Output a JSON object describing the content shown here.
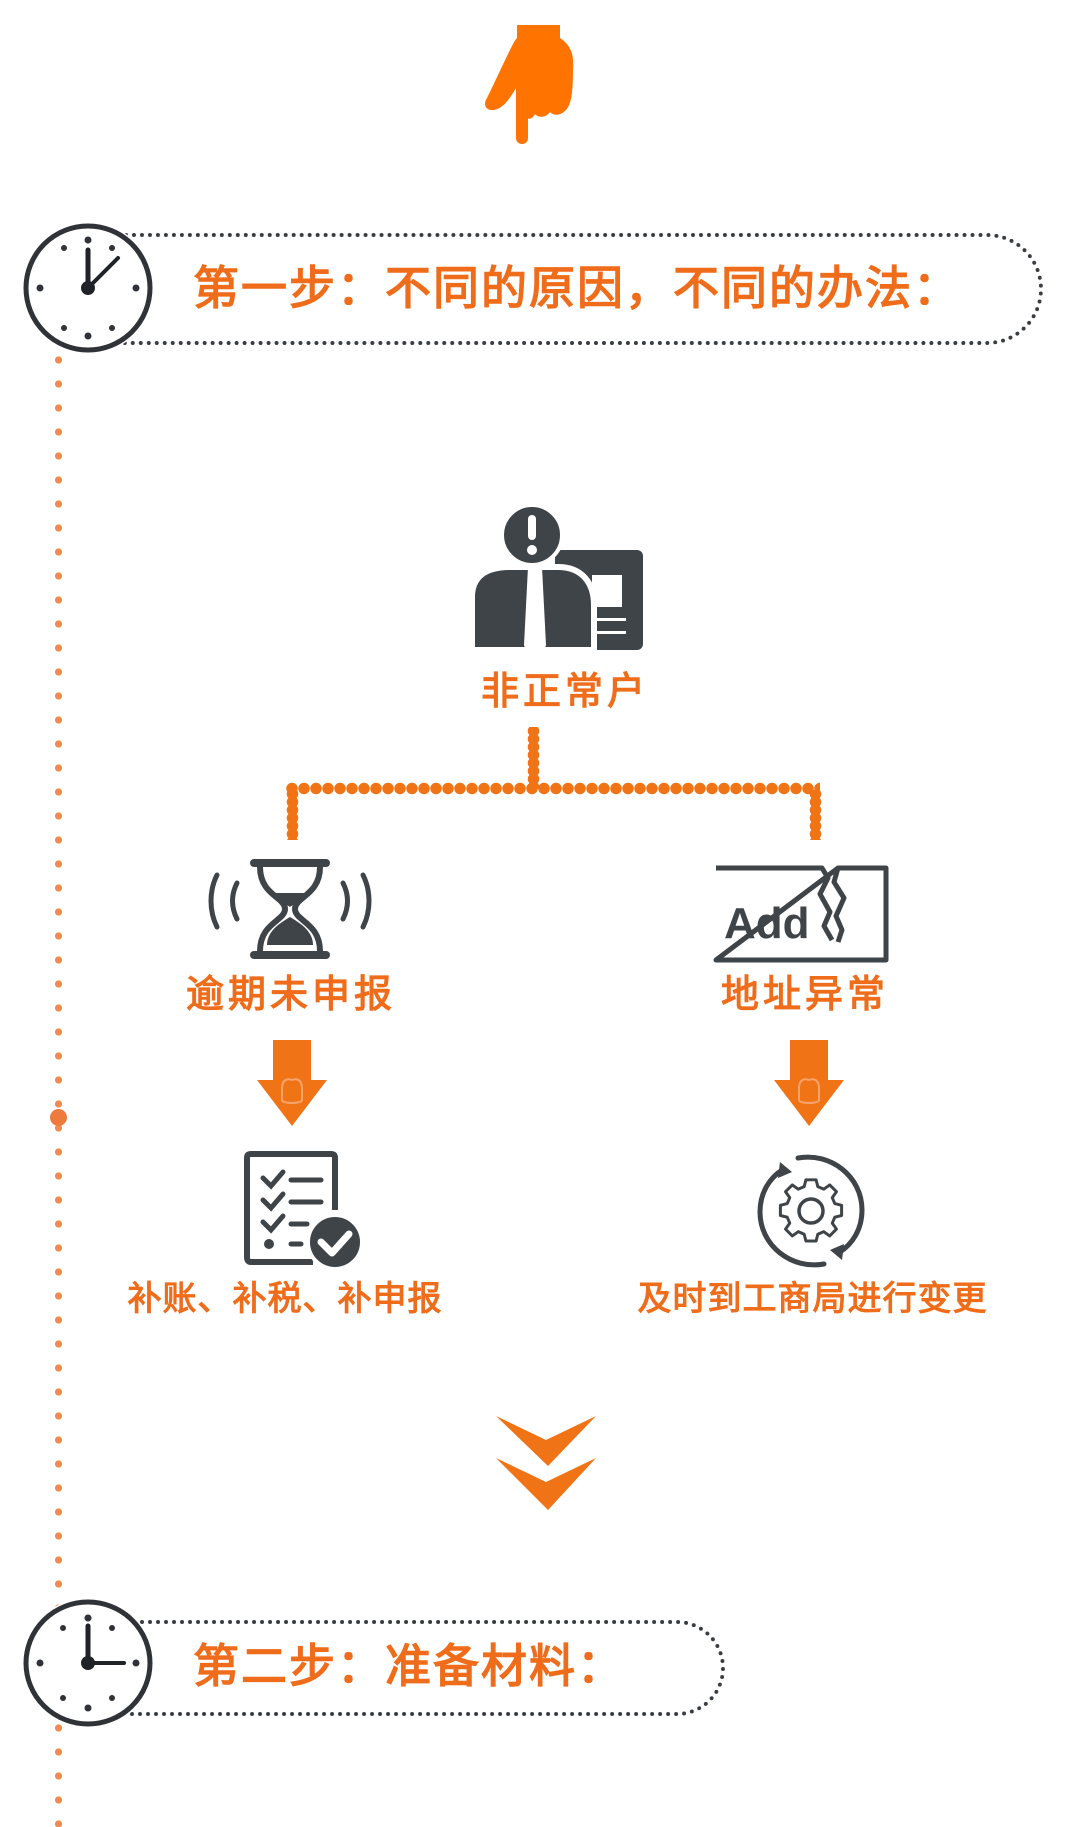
{
  "colors": {
    "accent": "#f07316",
    "text_orange": "#ef6c1a",
    "icon_dark": "#3f4449",
    "timeline_dot": "#ef8a52"
  },
  "header": {
    "icon": "pointing-down-hand-icon"
  },
  "step1": {
    "icon": "clock-icon",
    "title": "第一步：不同的原因，不同的办法："
  },
  "flow": {
    "root": {
      "icon": "abnormal-user-icon",
      "label": "非正常户"
    },
    "branches": [
      {
        "icon": "hourglass-icon",
        "label": "逾期未申报",
        "arrow_icon": "arrow-down-icon",
        "result_icon": "checklist-icon",
        "result": "补账、补税、补申报"
      },
      {
        "icon": "broken-address-card-icon",
        "icon_text": "Add",
        "label": "地址异常",
        "arrow_icon": "arrow-down-icon",
        "result_icon": "gear-refresh-icon",
        "result": "及时到工商局进行变更"
      }
    ],
    "continue_icon": "double-chevron-down-icon"
  },
  "step2": {
    "icon": "clock-icon",
    "title": "第二步：准备材料："
  }
}
